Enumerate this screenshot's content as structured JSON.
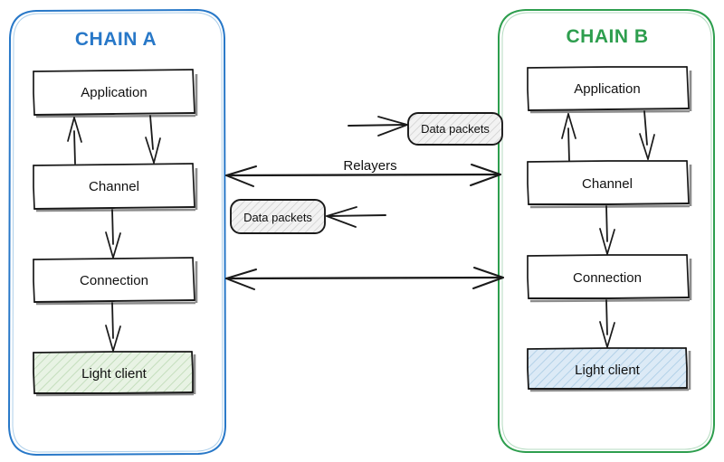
{
  "diagram": {
    "title_a": "CHAIN A",
    "title_b": "CHAIN B",
    "colors": {
      "chain_a_accent": "#2878c8",
      "chain_b_accent": "#2e9e4e",
      "ink": "#1a1a1a",
      "light_client_a_fill": "#e4f1e0",
      "light_client_b_fill": "#d8e9f5",
      "data_packet_fill": "#efefef",
      "background": "#ffffff"
    },
    "chain_a": {
      "name": "CHAIN A",
      "layers": [
        {
          "label": "Application",
          "fill": "white"
        },
        {
          "label": "Channel",
          "fill": "white"
        },
        {
          "label": "Connection",
          "fill": "white"
        },
        {
          "label": "Light client",
          "fill": "green-hatched"
        }
      ]
    },
    "chain_b": {
      "name": "CHAIN B",
      "layers": [
        {
          "label": "Application",
          "fill": "white"
        },
        {
          "label": "Channel",
          "fill": "white"
        },
        {
          "label": "Connection",
          "fill": "white"
        },
        {
          "label": "Light client",
          "fill": "blue-hatched"
        }
      ]
    },
    "middle": {
      "relayers_label": "Relayers",
      "data_packet_top_label": "Data packets",
      "data_packet_bottom_label": "Data packets"
    },
    "connections": [
      {
        "name": "channel-to-channel",
        "label": "Relayers",
        "direction": "bidirectional"
      },
      {
        "name": "connection-to-connection",
        "label": "",
        "direction": "bidirectional"
      },
      {
        "name": "packet-out-to-chain-b",
        "label": "Data packets",
        "direction": "right"
      },
      {
        "name": "packet-in-from-chain-b",
        "label": "Data packets",
        "direction": "left"
      }
    ]
  }
}
